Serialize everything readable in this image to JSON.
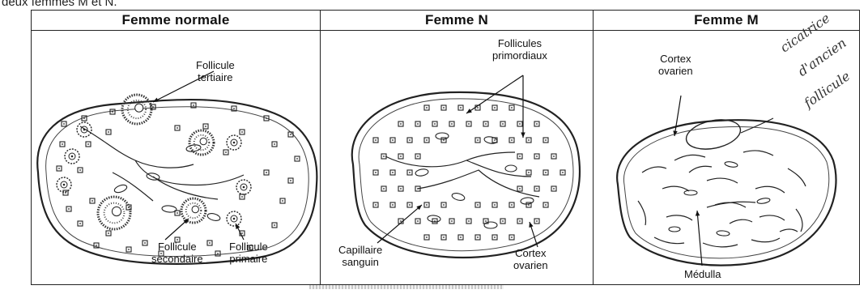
{
  "top_text": "deux femmes M et N.",
  "panels": [
    {
      "title": "Femme normale",
      "labels": {
        "follicule_tertiaire": "Follicule\ntertiaire",
        "follicule_secondaire": "Follicule\nsecondaire",
        "follicule_primaire": "Follicule\nprimaire"
      }
    },
    {
      "title": "Femme N",
      "labels": {
        "follicules_primordiaux": "Follicules\nprimordiaux",
        "capillaire_sanguin": "Capillaire\nsanguin",
        "cortex_ovarien": "Cortex\novarien"
      }
    },
    {
      "title": "Femme M",
      "labels": {
        "cortex_ovarien": "Cortex\novarien",
        "medulla": "Médulla"
      },
      "handwriting": {
        "line1": "cicatrice",
        "line2": "d'ancien",
        "line3": "follicule"
      }
    }
  ]
}
